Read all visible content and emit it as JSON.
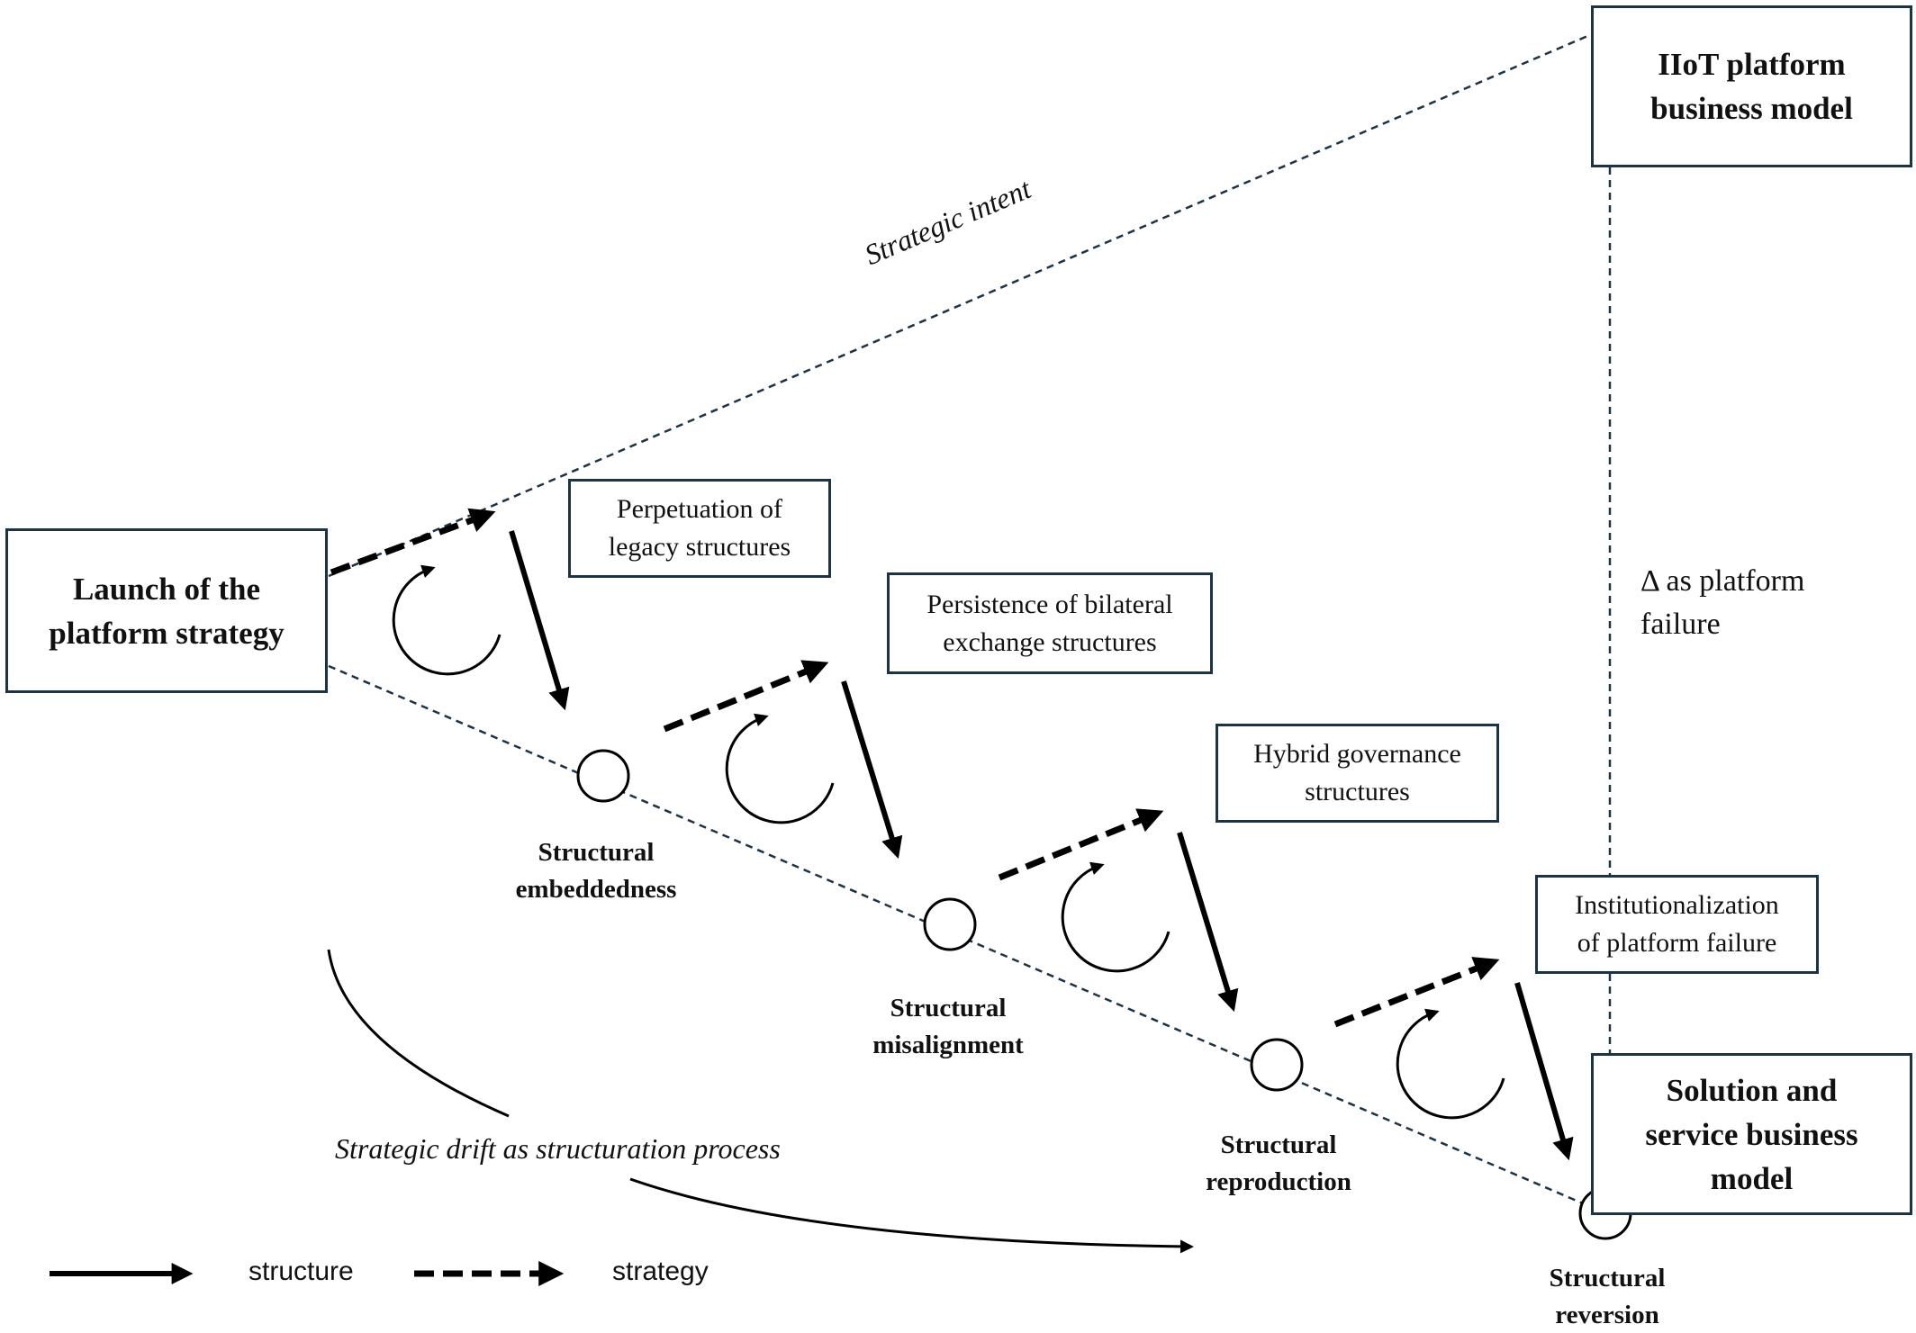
{
  "boxes": {
    "launch": "Launch of the\nplatform strategy",
    "iiot": "IIoT platform\nbusiness model",
    "solution": "Solution and\nservice business\nmodel",
    "perpetuation": "Perpetuation of\nlegacy structures",
    "persistence": "Persistence of bilateral\nexchange structures",
    "hybrid": "Hybrid governance\nstructures",
    "institutionalization": "Institutionalization\nof platform failure"
  },
  "nodes": {
    "embeddedness": "Structural\nembeddedness",
    "misalignment": "Structural\nmisalignment",
    "reproduction": "Structural\nreproduction",
    "reversion": "Structural\nreversion"
  },
  "annotations": {
    "strategic_intent": "Strategic intent",
    "strategic_drift": "Strategic drift as structuration process",
    "delta_failure": "Δ as platform\nfailure"
  },
  "legend": {
    "structure": "structure",
    "strategy": "strategy"
  },
  "colors": {
    "box_border": "#1c3344",
    "dotted_line": "#1c3344",
    "arrow": "#000000"
  }
}
